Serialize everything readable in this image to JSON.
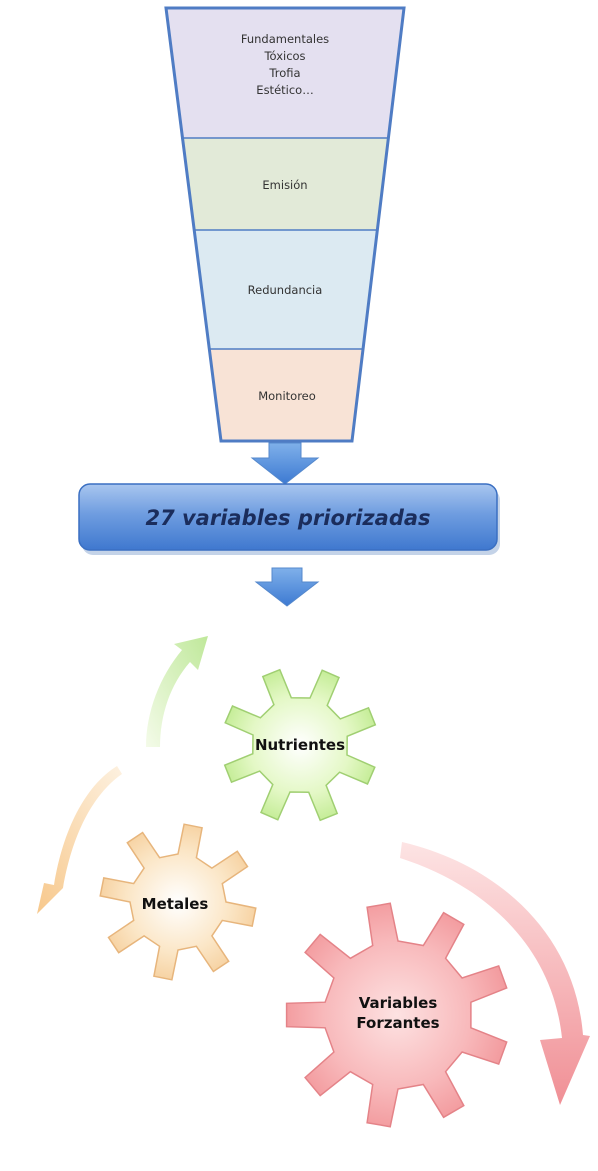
{
  "funnel": {
    "stages": [
      {
        "lines": [
          "Fundamentales",
          "Tóxicos",
          "Trofia",
          "Estético…"
        ],
        "color": "#e4e0f0"
      },
      {
        "lines": [
          "Emisión"
        ],
        "color": "#e2ead8"
      },
      {
        "lines": [
          "Redundancia"
        ],
        "color": "#dceaf2"
      },
      {
        "lines": [
          "Monitoreo"
        ],
        "color": "#f8e3d6"
      }
    ],
    "border_color": "#4f7cc4"
  },
  "banner": {
    "label": "27 variables priorizadas",
    "color": "#5b8fd8"
  },
  "gears": [
    {
      "lines": [
        "Nutrientes"
      ],
      "color": "#ccf0a0"
    },
    {
      "lines": [
        "Metales"
      ],
      "color": "#f8d8a8"
    },
    {
      "lines": [
        "Variables",
        "Forzantes"
      ],
      "color": "#f6a7aa"
    }
  ],
  "arrow_color": "#4a86d4"
}
